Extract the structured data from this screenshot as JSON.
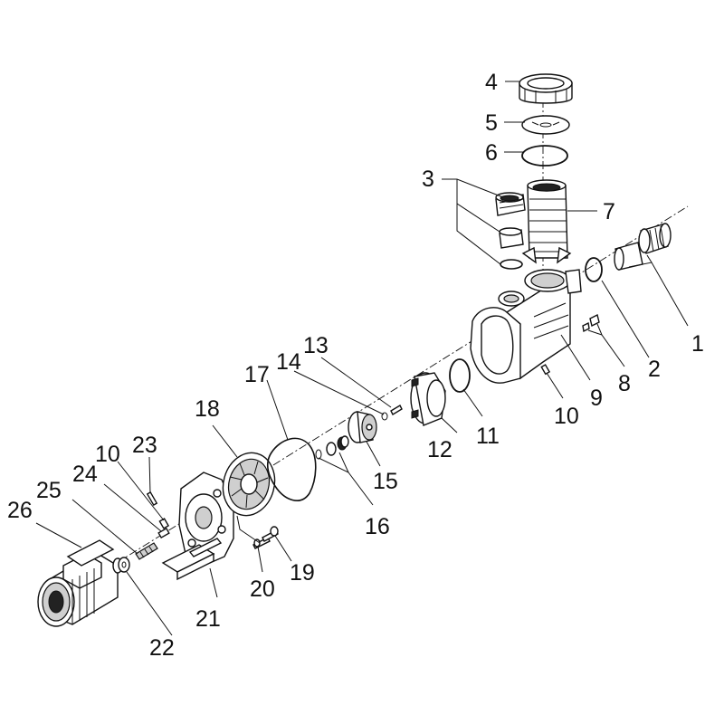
{
  "diagram": {
    "callouts": [
      "1",
      "2",
      "3",
      "4",
      "5",
      "6",
      "7",
      "8",
      "9",
      "10",
      "10",
      "11",
      "12",
      "13",
      "14",
      "15",
      "16",
      "17",
      "18",
      "19",
      "20",
      "21",
      "22",
      "23",
      "24",
      "25",
      "26"
    ]
  }
}
